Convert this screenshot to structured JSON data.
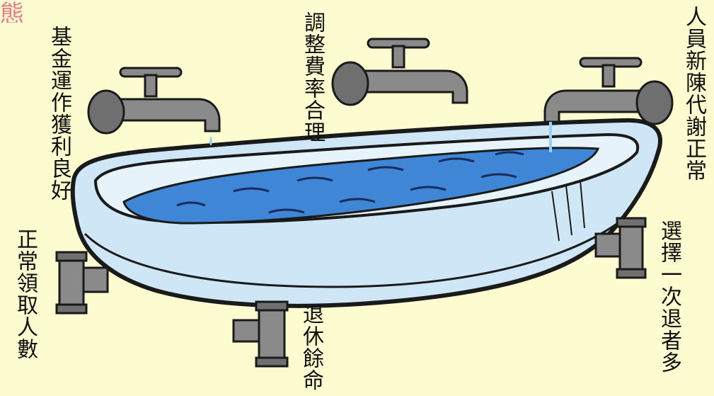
{
  "title_fragment": "態",
  "labels": {
    "fund_operation": "基金運作獲利良好",
    "adjust_rate": "調整費率合理",
    "staff_turnover": "人員新陳代謝正常",
    "normal_claims": "正常領取人數",
    "retirement_balance": "退休餘命",
    "one_time_retirees": "選擇一次退者多"
  },
  "colors": {
    "background": "#fdfbd0",
    "water": "#3f86d6",
    "tub": "#cfe6f6",
    "metal": "#8a8a8a"
  }
}
